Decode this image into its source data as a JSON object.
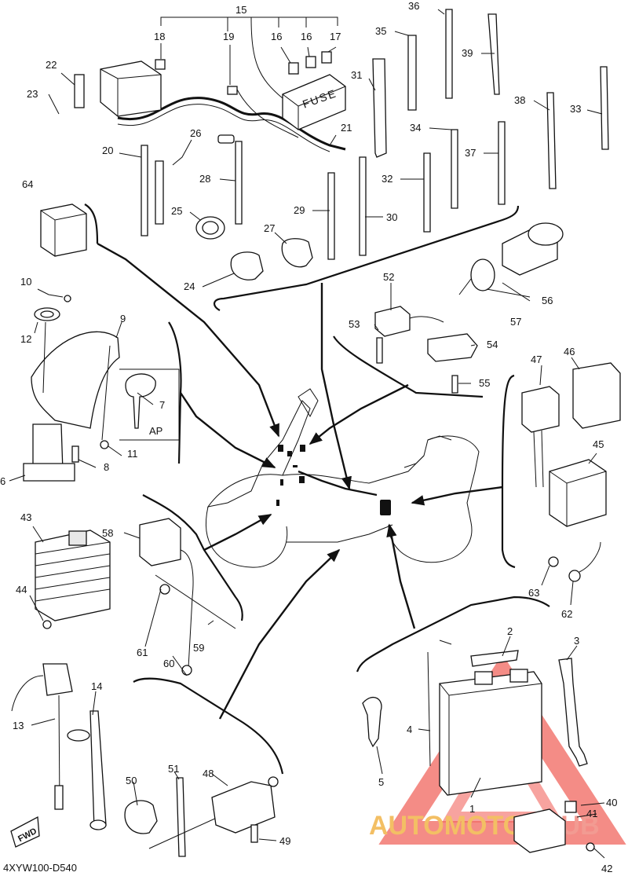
{
  "diagram": {
    "code": "4XYW100-D540",
    "fwd_label": "FWD",
    "fuse_label": "FUSE",
    "key_note": "AP",
    "watermark": {
      "word_a": "AUTOMOTO",
      "word_b": "HUB",
      "color_a": "#f2b54a",
      "color_b": "#f08a80",
      "triangle_color": "#ee4b42"
    },
    "callouts": [
      {
        "id": "c1",
        "text": "1"
      },
      {
        "id": "c2",
        "text": "2"
      },
      {
        "id": "c3",
        "text": "3"
      },
      {
        "id": "c4",
        "text": "4"
      },
      {
        "id": "c5",
        "text": "5"
      },
      {
        "id": "c6",
        "text": "6"
      },
      {
        "id": "c7",
        "text": "7"
      },
      {
        "id": "c8",
        "text": "8"
      },
      {
        "id": "c9",
        "text": "9"
      },
      {
        "id": "c10",
        "text": "10"
      },
      {
        "id": "c11",
        "text": "11"
      },
      {
        "id": "c12",
        "text": "12"
      },
      {
        "id": "c13",
        "text": "13"
      },
      {
        "id": "c14",
        "text": "14"
      },
      {
        "id": "c15",
        "text": "15"
      },
      {
        "id": "c16a",
        "text": "16"
      },
      {
        "id": "c16b",
        "text": "16"
      },
      {
        "id": "c17",
        "text": "17"
      },
      {
        "id": "c18",
        "text": "18"
      },
      {
        "id": "c19",
        "text": "19"
      },
      {
        "id": "c20",
        "text": "20"
      },
      {
        "id": "c21",
        "text": "21"
      },
      {
        "id": "c22",
        "text": "22"
      },
      {
        "id": "c23",
        "text": "23"
      },
      {
        "id": "c24",
        "text": "24"
      },
      {
        "id": "c25",
        "text": "25"
      },
      {
        "id": "c26",
        "text": "26"
      },
      {
        "id": "c27",
        "text": "27"
      },
      {
        "id": "c28",
        "text": "28"
      },
      {
        "id": "c29",
        "text": "29"
      },
      {
        "id": "c30",
        "text": "30"
      },
      {
        "id": "c31",
        "text": "31"
      },
      {
        "id": "c32",
        "text": "32"
      },
      {
        "id": "c33",
        "text": "33"
      },
      {
        "id": "c34",
        "text": "34"
      },
      {
        "id": "c35",
        "text": "35"
      },
      {
        "id": "c36",
        "text": "36"
      },
      {
        "id": "c37",
        "text": "37"
      },
      {
        "id": "c38",
        "text": "38"
      },
      {
        "id": "c39",
        "text": "39"
      },
      {
        "id": "c40",
        "text": "40"
      },
      {
        "id": "c41",
        "text": "41"
      },
      {
        "id": "c42",
        "text": "42"
      },
      {
        "id": "c43",
        "text": "43"
      },
      {
        "id": "c44",
        "text": "44"
      },
      {
        "id": "c45",
        "text": "45"
      },
      {
        "id": "c46",
        "text": "46"
      },
      {
        "id": "c47",
        "text": "47"
      },
      {
        "id": "c48",
        "text": "48"
      },
      {
        "id": "c49",
        "text": "49"
      },
      {
        "id": "c50",
        "text": "50"
      },
      {
        "id": "c51",
        "text": "51"
      },
      {
        "id": "c52",
        "text": "52"
      },
      {
        "id": "c53",
        "text": "53"
      },
      {
        "id": "c54",
        "text": "54"
      },
      {
        "id": "c55",
        "text": "55"
      },
      {
        "id": "c56",
        "text": "56"
      },
      {
        "id": "c57",
        "text": "57"
      },
      {
        "id": "c58",
        "text": "58"
      },
      {
        "id": "c59",
        "text": "59"
      },
      {
        "id": "c60",
        "text": "60"
      },
      {
        "id": "c61",
        "text": "61"
      },
      {
        "id": "c62",
        "text": "62"
      },
      {
        "id": "c63",
        "text": "63"
      },
      {
        "id": "c64",
        "text": "64"
      }
    ]
  }
}
